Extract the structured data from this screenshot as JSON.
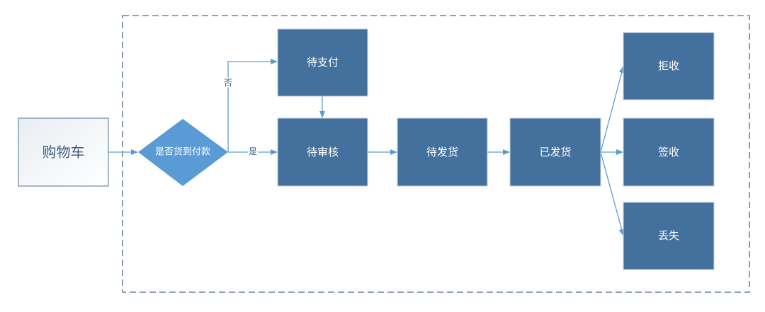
{
  "colors": {
    "node": "#44709e",
    "decision": "#5b9bd5",
    "edge": "#5b9bd5",
    "start_text": "#3f5f80",
    "container_border": "#4a6a8a"
  },
  "start": {
    "label": "购物车"
  },
  "decision": {
    "label": "是否货到付款",
    "yes_label": "是",
    "no_label": "否"
  },
  "nodes": {
    "pending_payment": "待支付",
    "pending_review": "待审核",
    "pending_shipment": "待发货",
    "shipped": "已发货",
    "rejected": "拒收",
    "signed": "签收",
    "lost": "丢失"
  }
}
